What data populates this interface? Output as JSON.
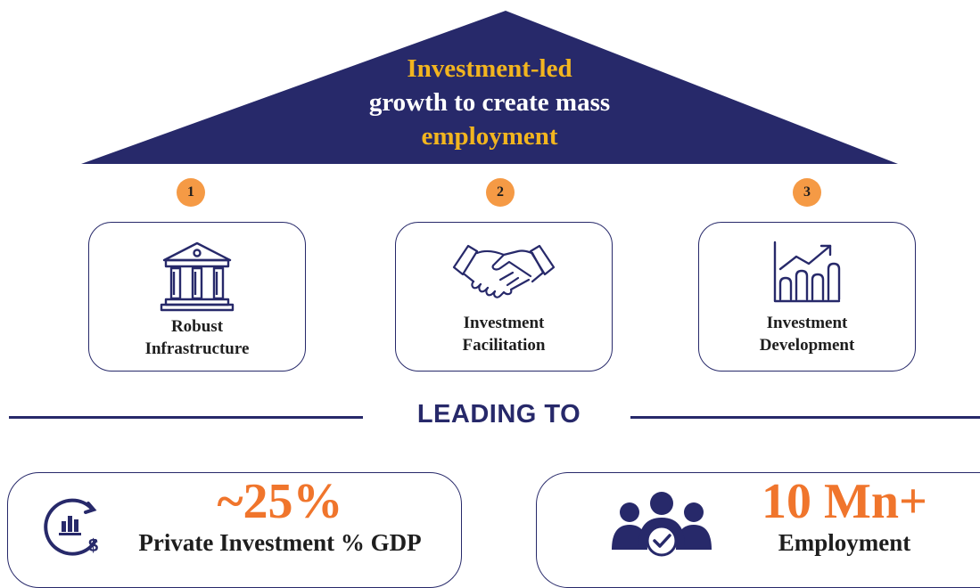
{
  "roof": {
    "line1": "Investment-led",
    "line2": "growth to create mass",
    "line3": "employment"
  },
  "pillars": [
    {
      "number": "1",
      "label_line1": "Robust",
      "label_line2": "Infrastructure",
      "icon": "bank-building-icon"
    },
    {
      "number": "2",
      "label_line1": "Investment",
      "label_line2": "Facilitation",
      "icon": "handshake-icon"
    },
    {
      "number": "3",
      "label_line1": "Investment",
      "label_line2": "Development",
      "icon": "growth-chart-icon"
    }
  ],
  "leading_to": "LEADING TO",
  "outcomes": [
    {
      "value": "~25%",
      "label": "Private Investment % GDP",
      "icon": "investment-chart-dollar-icon"
    },
    {
      "value": "10 Mn+",
      "label": "Employment",
      "icon": "team-check-icon"
    }
  ],
  "colors": {
    "navy": "#27296a",
    "gold": "#f2b51f",
    "orange": "#f0752c",
    "badge": "#f59a45"
  }
}
